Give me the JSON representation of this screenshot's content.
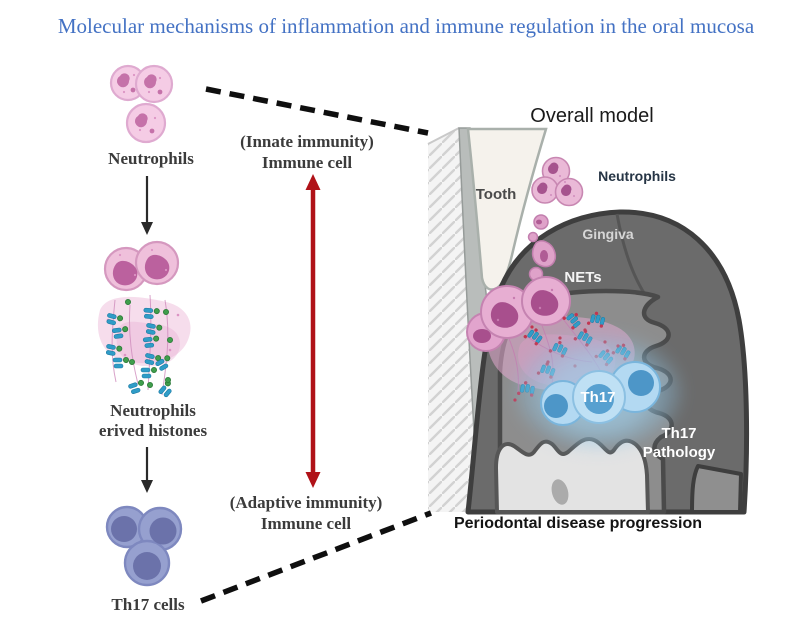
{
  "title": "Molecular mechanisms of inflammation and immune regulation in the oral mucosa",
  "left_pathway": {
    "neutrophils_label": "Neutrophils",
    "derived_histones_label": {
      "line1": "Neutrophils",
      "line2": "erived histones"
    },
    "th17_label": "Th17 cells"
  },
  "bridge": {
    "innate": {
      "line1": "(Innate immunity)",
      "line2": "Immune cell"
    },
    "adaptive": {
      "line1": "(Adaptive immunity)",
      "line2": "Immune cell"
    }
  },
  "overall_model": {
    "heading": "Overall model",
    "tooth_label": "Tooth",
    "neutrophils_label": "Neutrophils",
    "gingiva_label": "Gingiva",
    "nets_label": "NETs",
    "th17_label": "Th17",
    "pathology_label": {
      "line1": "Th17",
      "line2": "Pathology"
    },
    "caption": "Periodontal disease progression"
  },
  "colors": {
    "title_blue": "#4472c4",
    "arrow_red": "#b01218",
    "dashed_line_black": "#0f0f0f",
    "neutrophil_pink": "#f0c4de",
    "neutrophil_nucleus_pink": "#bb619e",
    "histone_blue": "#2f9cc7",
    "histone_dot_green": "#3f9e4c",
    "histone_dot_red": "#c23550",
    "th17_purple": "#96a0cf",
    "th17_blue": "#aed7f0",
    "gingiva_gray": "#6b6b6b",
    "tooth_cream": "#f5f2ec"
  }
}
